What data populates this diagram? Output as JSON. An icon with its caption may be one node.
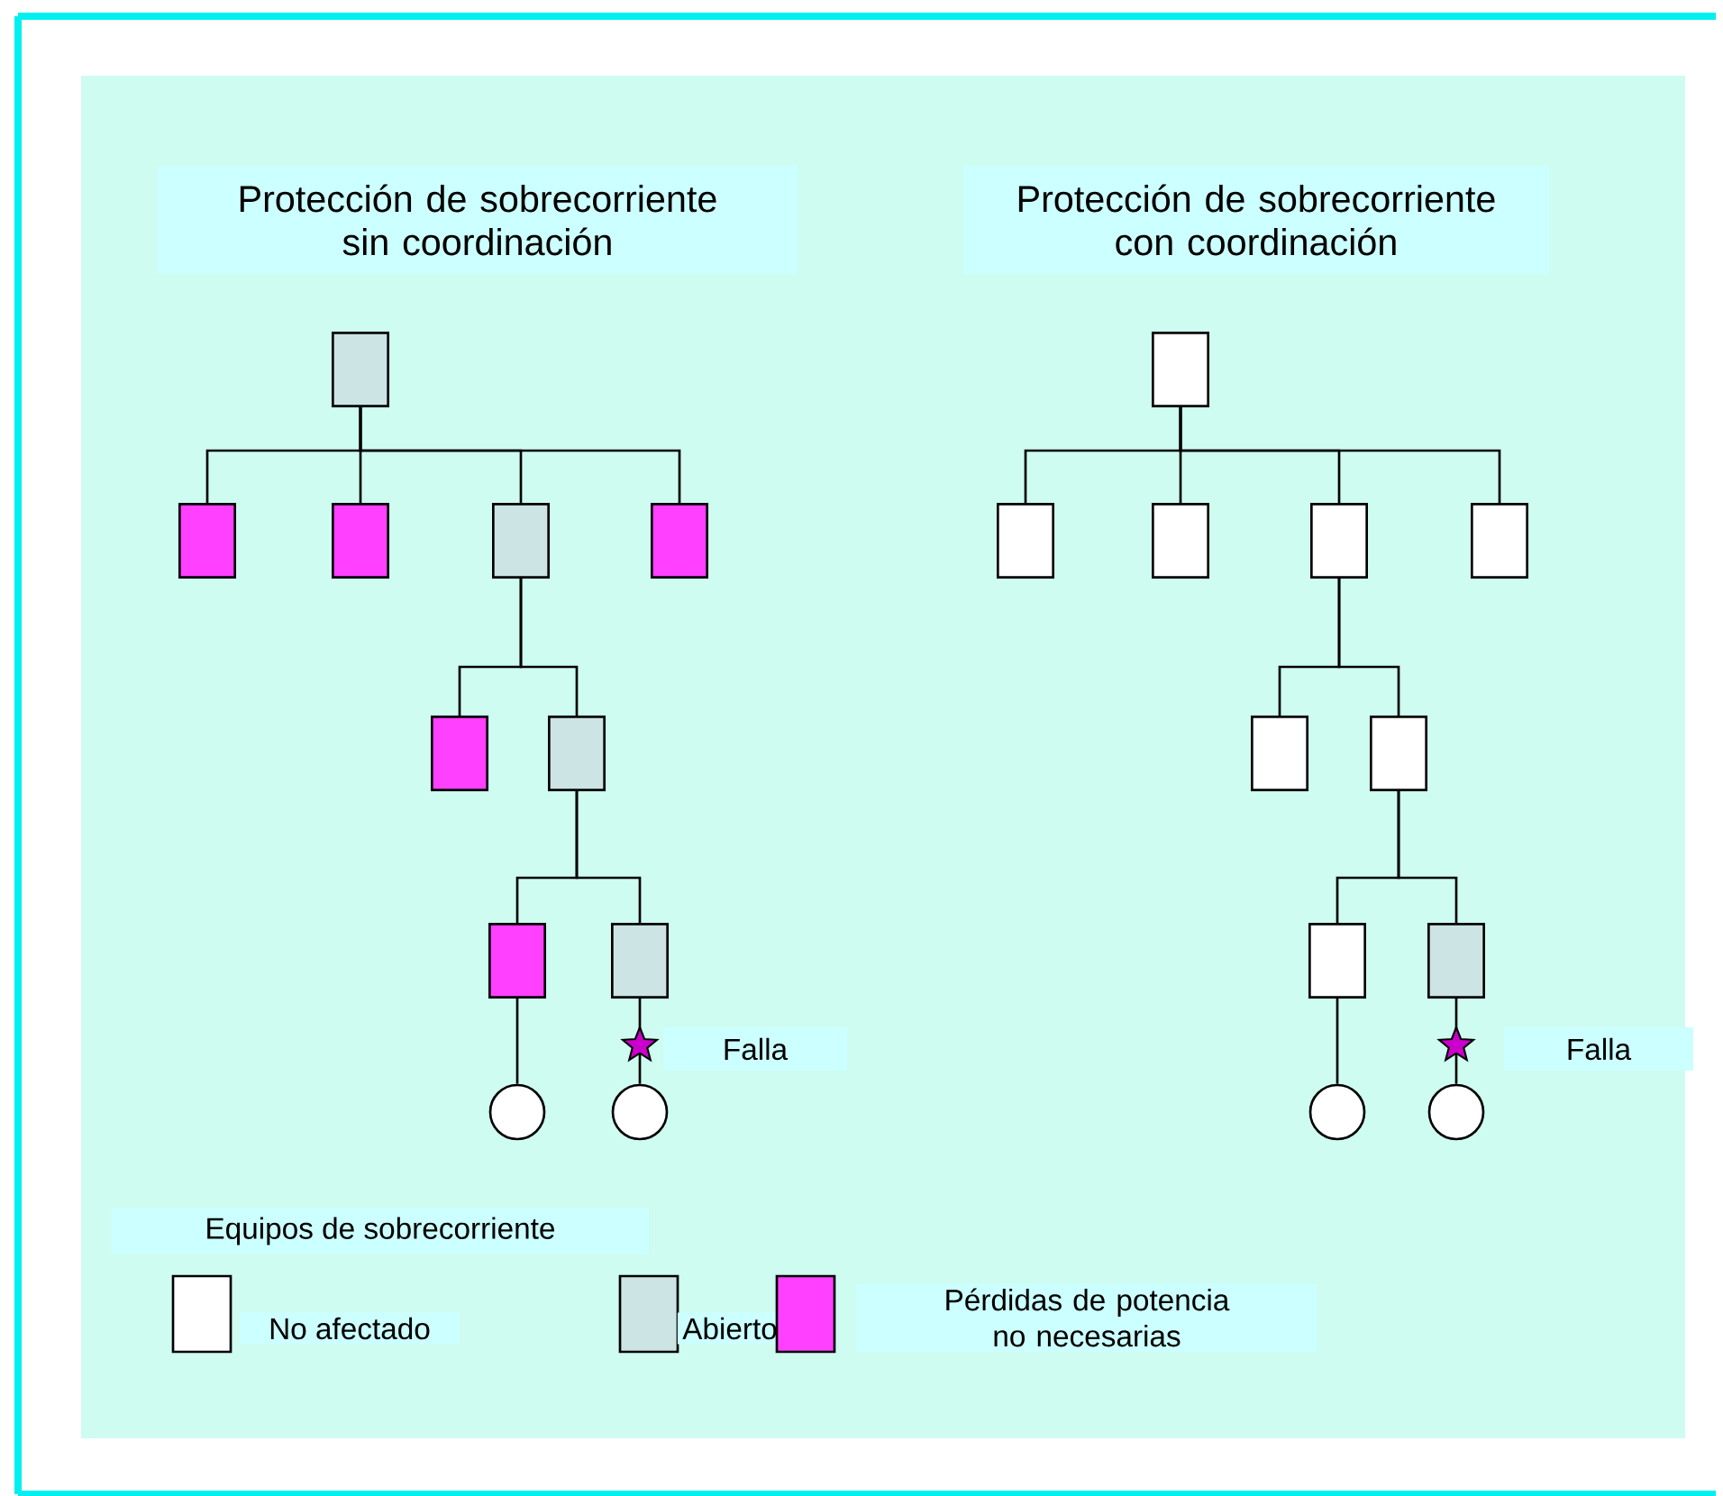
{
  "diagram": {
    "nodes": [
      {
        "text": [],
        "shape": "box"
      },
      {
        "text": [],
        "shape": "box"
      },
      {
        "text": [],
        "shape": "box"
      },
      {
        "text": [],
        "shape": "box"
      },
      {
        "text": [],
        "shape": "box"
      },
      {
        "text": [],
        "shape": "box"
      },
      {
        "text": [],
        "shape": "box"
      },
      {
        "text": [],
        "shape": "box"
      },
      {
        "text": [],
        "shape": "box"
      },
      {
        "text": [],
        "shape": "circle"
      },
      {
        "text": [],
        "shape": "circle"
      },
      {
        "text": [],
        "shape": "box"
      },
      {
        "text": [],
        "shape": "box"
      },
      {
        "text": [],
        "shape": "box"
      },
      {
        "text": [],
        "shape": "box"
      },
      {
        "text": [],
        "shape": "box"
      },
      {
        "text": [],
        "shape": "box"
      },
      {
        "text": [],
        "shape": "box"
      },
      {
        "text": [],
        "shape": "box"
      },
      {
        "text": [],
        "shape": "box"
      },
      {
        "text": [],
        "shape": "circle"
      },
      {
        "text": [],
        "shape": "circle"
      }
    ],
    "edges": [
      {
        "from": 0,
        "to": 1,
        "arrow": "none"
      },
      {
        "from": 0,
        "to": 2,
        "arrow": "none"
      },
      {
        "from": 0,
        "to": 3,
        "arrow": "none"
      },
      {
        "from": 0,
        "to": 4,
        "arrow": "none"
      },
      {
        "from": 3,
        "to": 5,
        "arrow": "none"
      },
      {
        "from": 3,
        "to": 6,
        "arrow": "none"
      },
      {
        "from": 6,
        "to": 7,
        "arrow": "none"
      },
      {
        "from": 6,
        "to": 8,
        "arrow": "none"
      },
      {
        "from": 7,
        "to": 9,
        "arrow": "none"
      },
      {
        "from": 8,
        "to": 10,
        "arrow": "none"
      },
      {
        "from": 11,
        "to": 12,
        "arrow": "none"
      },
      {
        "from": 11,
        "to": 13,
        "arrow": "none"
      },
      {
        "from": 11,
        "to": 14,
        "arrow": "none"
      },
      {
        "from": 11,
        "to": 15,
        "arrow": "none"
      },
      {
        "from": 14,
        "to": 16,
        "arrow": "none"
      },
      {
        "from": 14,
        "to": 17,
        "arrow": "none"
      },
      {
        "from": 17,
        "to": 18,
        "arrow": "none"
      },
      {
        "from": 17,
        "to": 19,
        "arrow": "none"
      },
      {
        "from": 18,
        "to": 20,
        "arrow": "none"
      },
      {
        "from": 19,
        "to": 21,
        "arrow": "none"
      }
    ],
    "labels": [
      "Protección de sobrecorriente sin coordinación",
      "Protección de sobrecorriente con coordinación",
      "Falla",
      "Falla",
      "Equipos de sobrecorriente"
    ],
    "legend": [
      {
        "text": "No afectado",
        "color": "#ffffff"
      },
      {
        "text": "Abierto",
        "color": "#cce4e4"
      },
      {
        "text": "Pérdidas de potencia no necesarias",
        "color": "#ff40ff"
      }
    ]
  }
}
